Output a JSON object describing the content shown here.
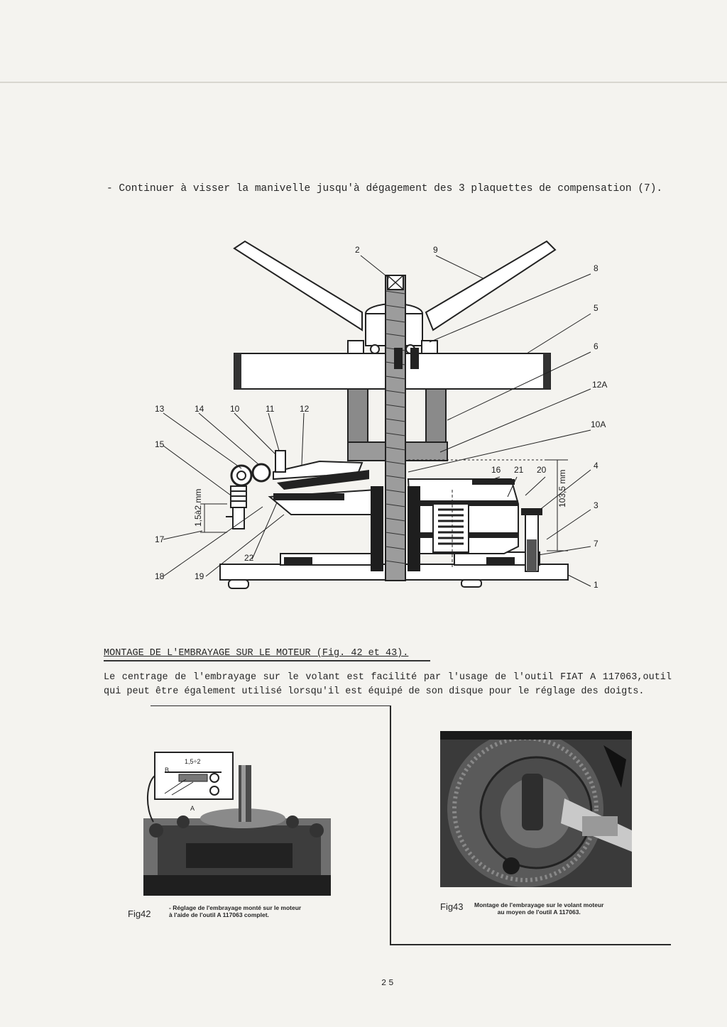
{
  "document": {
    "intro_text": "- Continuer à visser la manivelle jusqu'à dégagement des 3 plaquettes de compensation (7).",
    "section_heading": "MONTAGE DE L'EMBRAYAGE SUR LE MOTEUR (Fig. 42 et 43).",
    "body_text": "Le centrage de l'embrayage sur le volant est facilité par l'usage de l'outil FIAT A 117063,outil qui peut être également utilisé lorsqu'il est équipé de son disque pour le réglage des doigts.",
    "page_number": "25"
  },
  "diagram": {
    "labels": {
      "l1": "1",
      "l2": "2",
      "l3": "3",
      "l4": "4",
      "l5": "5",
      "l6": "6",
      "l7": "7",
      "l8": "8",
      "l9": "9",
      "l10": "10",
      "l10a": "10A",
      "l11": "11",
      "l12": "12",
      "l12a": "12A",
      "l13": "13",
      "l14": "14",
      "l15": "15",
      "l16": "16",
      "l17": "17",
      "l18": "18",
      "l19": "19",
      "l20": "20",
      "l21": "21",
      "l22": "22"
    },
    "dim_left": "1,5à2 mm",
    "dim_right": "103,5 mm"
  },
  "figures": {
    "fig42": {
      "label": "Fig42",
      "caption_line1": "- Réglage de l'embrayage monté sur le moteur",
      "caption_line2": "à l'aide de l'outil A 117063 complet.",
      "inset_dim": "1,5÷2",
      "inset_label_b": "B",
      "label_a": "A"
    },
    "fig43": {
      "label": "Fig43",
      "caption_line1": "Montage de l'embrayage sur le volant moteur",
      "caption_line2": "au moyen de l'outil A 117063."
    }
  }
}
